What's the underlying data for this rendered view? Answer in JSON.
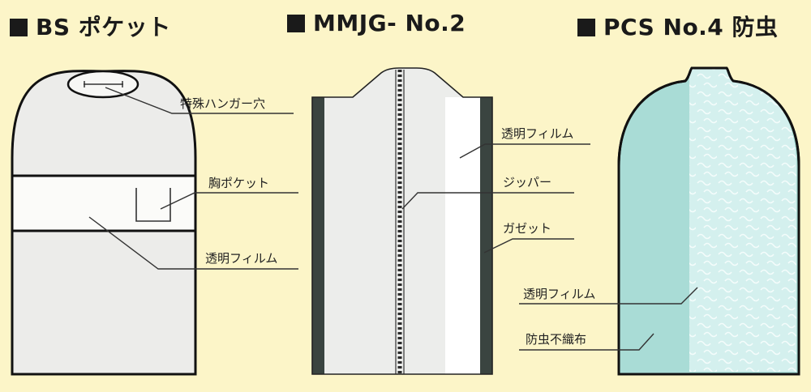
{
  "titles": {
    "bs_pocket": "BS ポケット",
    "mmjg": "MMJG- No.2",
    "pcs": "PCS No.4 防虫"
  },
  "labels": {
    "special_hanger_hole": "特殊ハンガー穴",
    "chest_pocket": "胸ポケット",
    "clear_film_1": "透明フィルム",
    "clear_film_2": "透明フィルム",
    "zipper": "ジッパー",
    "gusset": "ガゼット",
    "clear_film_3": "透明フィルム",
    "insect_nonwoven": "防虫不織布"
  },
  "colors": {
    "background": "#fcf5c8",
    "film": "#efefed",
    "gusset": "#3a4440",
    "pcs_teal": "#a9dcd6",
    "pcs_light": "#d4f0ee"
  }
}
